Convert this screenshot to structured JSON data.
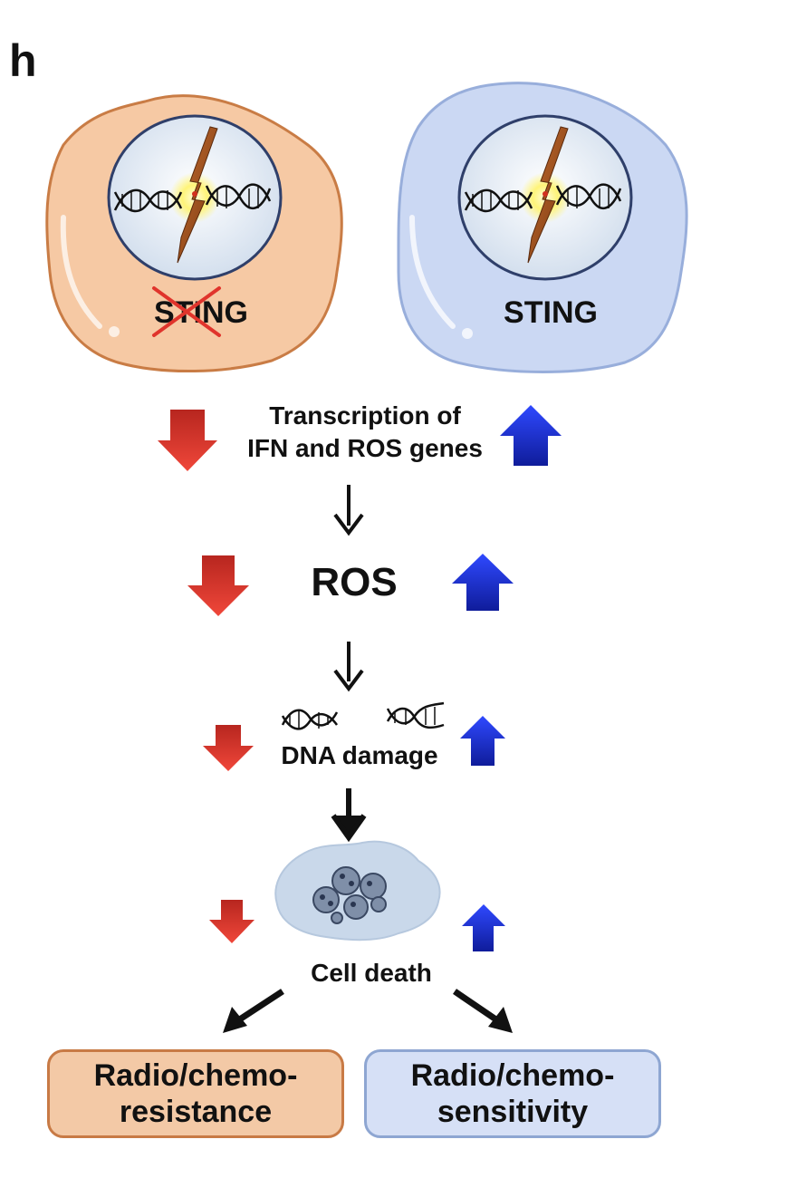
{
  "panel_label": "h",
  "cells": {
    "left_label": "STING",
    "right_label": "STING"
  },
  "steps": {
    "transcription_line1": "Transcription of",
    "transcription_line2": "IFN and ROS genes",
    "ros": "ROS",
    "dna_damage": "DNA damage",
    "cell_death": "Cell death"
  },
  "outcomes": {
    "left": "Radio/chemo-\nresistance",
    "right": "Radio/chemo-\nsensitivity"
  },
  "colors": {
    "left_cell_fill": "#f6c9a4",
    "left_cell_stroke": "#c97c45",
    "right_cell_fill": "#cbd8f3",
    "right_cell_stroke": "#98aedb",
    "down_arrow": "#d8322a",
    "up_arrow": "#1f2fd0",
    "cross": "#e0342c",
    "lightning": "#9a4d1f"
  }
}
